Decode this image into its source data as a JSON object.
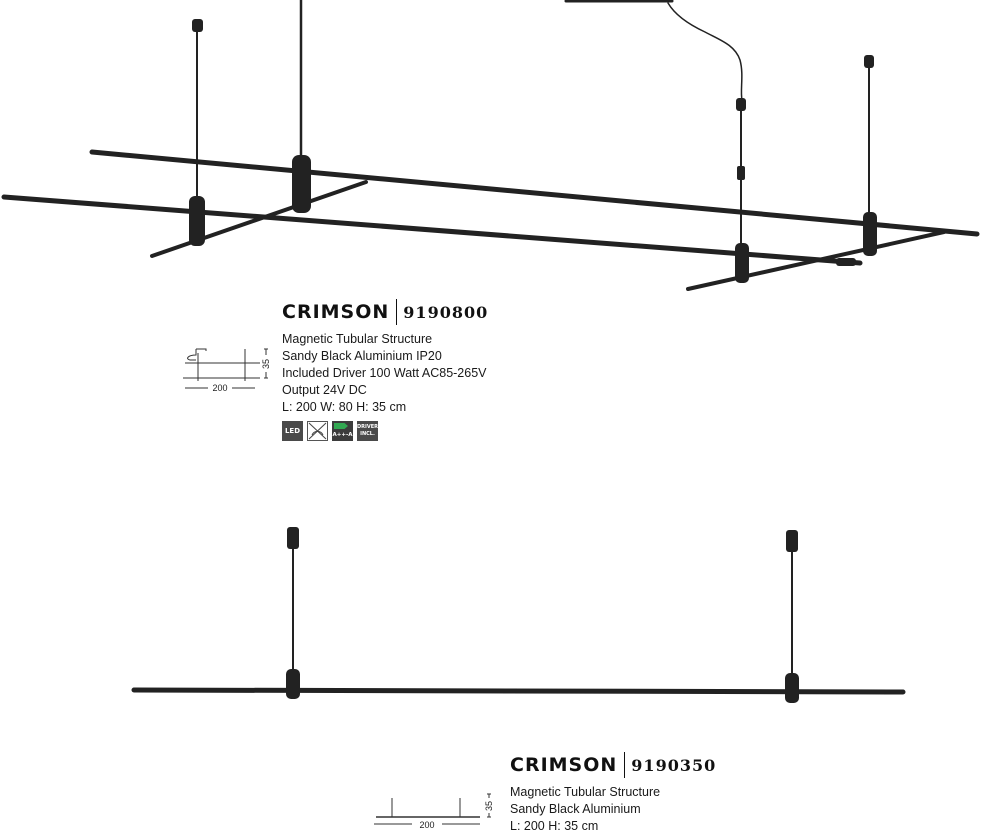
{
  "products": [
    {
      "brand": "CRIMSON",
      "code": "9190800",
      "specs": [
        "Magnetic Tubular Structure",
        "Sandy Black Aluminium IP20",
        "Included Driver 100 Watt AC85-265V",
        "Output 24V DC",
        "L: 200 W: 80 H: 35 cm"
      ],
      "dimensions": {
        "length": "200",
        "height": "35"
      },
      "badges": [
        {
          "icon": "led-icon",
          "label": "LED"
        },
        {
          "icon": "no-insulation-cover-icon",
          "label": ""
        },
        {
          "icon": "energy-class-icon",
          "label": "A++-A"
        },
        {
          "icon": "driver-included-icon",
          "label": "DRIVER INCL."
        }
      ]
    },
    {
      "brand": "CRIMSON",
      "code": "9190350",
      "specs": [
        "Magnetic Tubular Structure",
        "Sandy Black Aluminium",
        "L: 200 H: 35 cm"
      ],
      "dimensions": {
        "length": "200",
        "height": "35"
      }
    }
  ],
  "colors": {
    "fixture": "#222222",
    "text": "#1a1a1a",
    "energy_green": "#32a852"
  }
}
